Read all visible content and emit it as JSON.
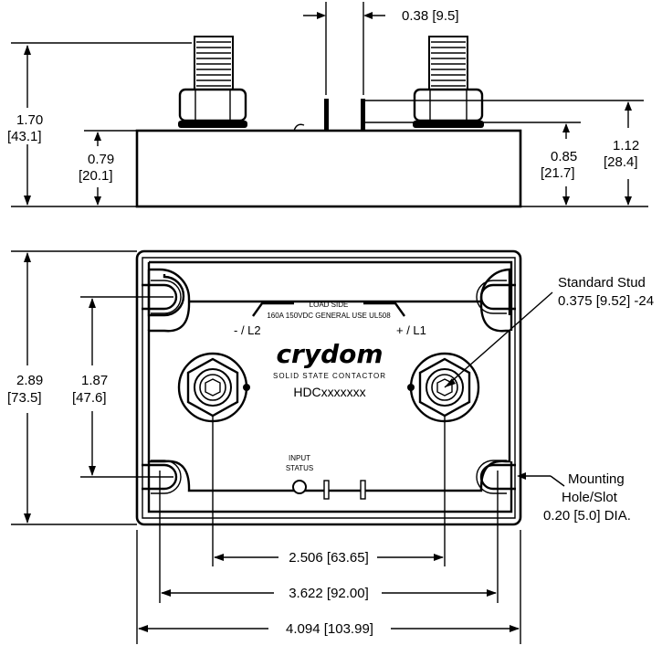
{
  "dimensions": {
    "terminal_gap": "0.38 [9.5]",
    "overall_height": [
      "1.70",
      "[43.1]"
    ],
    "body_height_left": [
      "0.79",
      "[20.1]"
    ],
    "body_height_right": [
      "0.85",
      "[21.7]"
    ],
    "stud_height": [
      "1.12",
      "[28.4]"
    ],
    "width_overall": [
      "2.89",
      "[73.5]"
    ],
    "hole_spacing": [
      "1.87",
      "[47.6]"
    ],
    "stud_spacing": "2.506 [63.65]",
    "hole_spacing_long": "3.622 [92.00]",
    "overall_length": "4.094 [103.99]"
  },
  "labels": {
    "standard_stud": [
      "Standard Stud",
      "0.375 [9.52] -24"
    ],
    "mounting_hole": [
      "Mounting",
      "Hole/Slot",
      "0.20 [5.0] DIA."
    ]
  },
  "device": {
    "load_side": "LOAD SIDE",
    "rating": "160A 150VDC GENERAL USE UL508",
    "terminal_left": "- / L2",
    "terminal_right": "+ / L1",
    "brand": "crydom",
    "tagline": "SOLID STATE CONTACTOR",
    "model": "HDCxxxxxxx",
    "input_label": [
      "INPUT",
      "STATUS"
    ]
  }
}
